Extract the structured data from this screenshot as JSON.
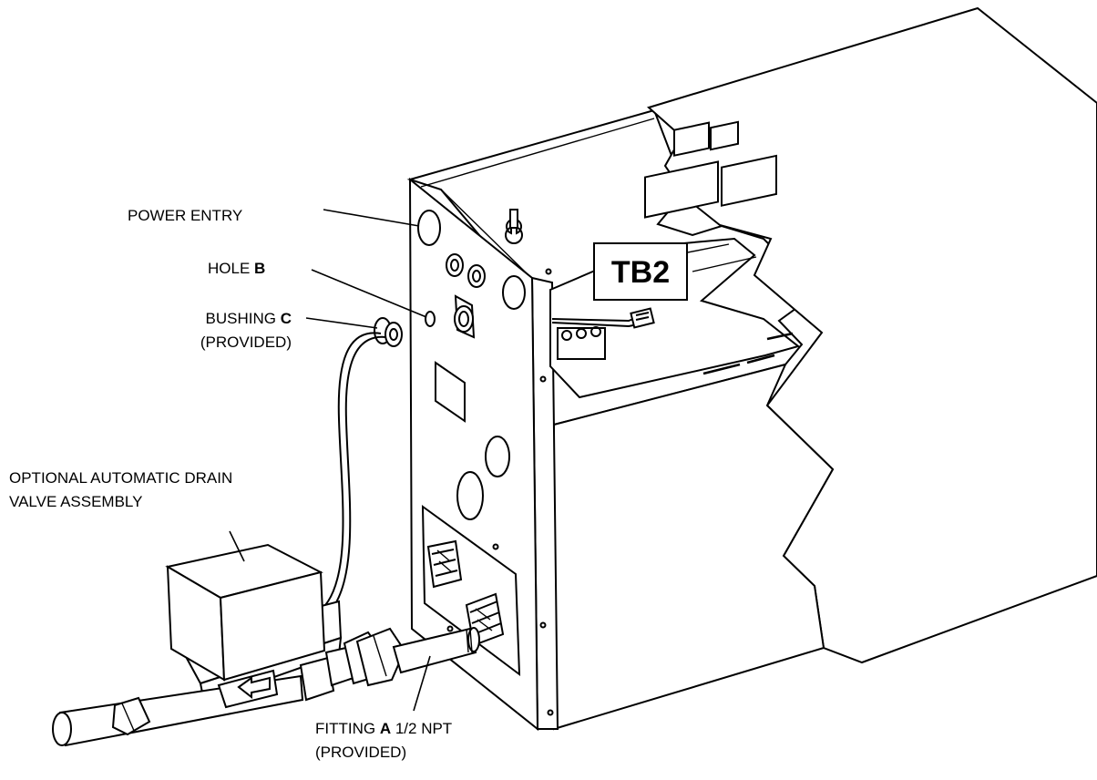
{
  "labels": {
    "power_entry": "POWER ENTRY",
    "hole_prefix": "HOLE ",
    "hole_letter": "B",
    "bushing_prefix": "BUSHING ",
    "bushing_letter": "C",
    "bushing_note": "(PROVIDED)",
    "drain_line1": "OPTIONAL AUTOMATIC DRAIN",
    "drain_line2": "VALVE ASSEMBLY",
    "fitting_prefix": "FITTING ",
    "fitting_letter": "A",
    "fitting_suffix": " 1/2 NPT",
    "fitting_note": "(PROVIDED)",
    "terminal_block": "TB2"
  },
  "icons": {
    "flow_arrow": "left-arrow-icon",
    "mount_slot": "keyhole-icon"
  }
}
